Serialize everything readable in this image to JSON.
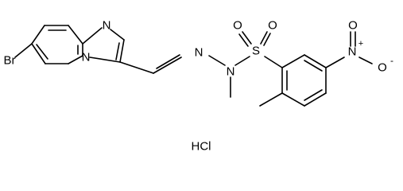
{
  "structure": {
    "atom_labels": {
      "bromine": "Br",
      "ring_nitrogen_top": "N",
      "ring_nitrogen_bridge": "N",
      "hydrazone_n1": "N",
      "hydrazone_n2": "N",
      "sulfur": "S",
      "sulfonyl_o_left": "O",
      "sulfonyl_o_right": "O",
      "nitro_n": "N",
      "nitro_o_top": "O",
      "nitro_o_minus": "O",
      "nitro_plus": "+",
      "nitro_minus": "-"
    },
    "salt": "HCl"
  },
  "colors": {
    "bond": "#000000",
    "label": "#000000",
    "background": "#ffffff"
  }
}
